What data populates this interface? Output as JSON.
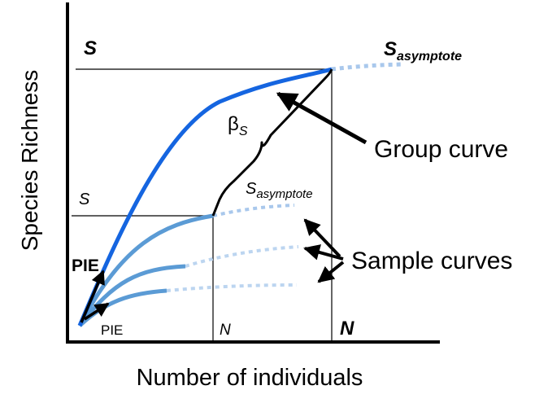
{
  "axes": {
    "y_label": "Species Richness",
    "x_label": "Number of individuals"
  },
  "labels": {
    "S_top": "S",
    "S_asym_top_main": "S",
    "S_asym_top_sub": "asymptote",
    "beta_main": "β",
    "beta_sub": "S",
    "S_asym_mid_main": "S",
    "S_asym_mid_sub": "asymptote",
    "S_mid": "S",
    "PIE_bold": "PIE",
    "PIE_small": "PIE",
    "N_small": "N",
    "N_bold": "N",
    "group_curve": "Group curve",
    "sample_curves": "Sample curves"
  },
  "colors": {
    "group_curve": "#1565e0",
    "sample_curve": "#5b9bd5",
    "extrapolation": "#a9c8ec",
    "axis": "#000000"
  }
}
